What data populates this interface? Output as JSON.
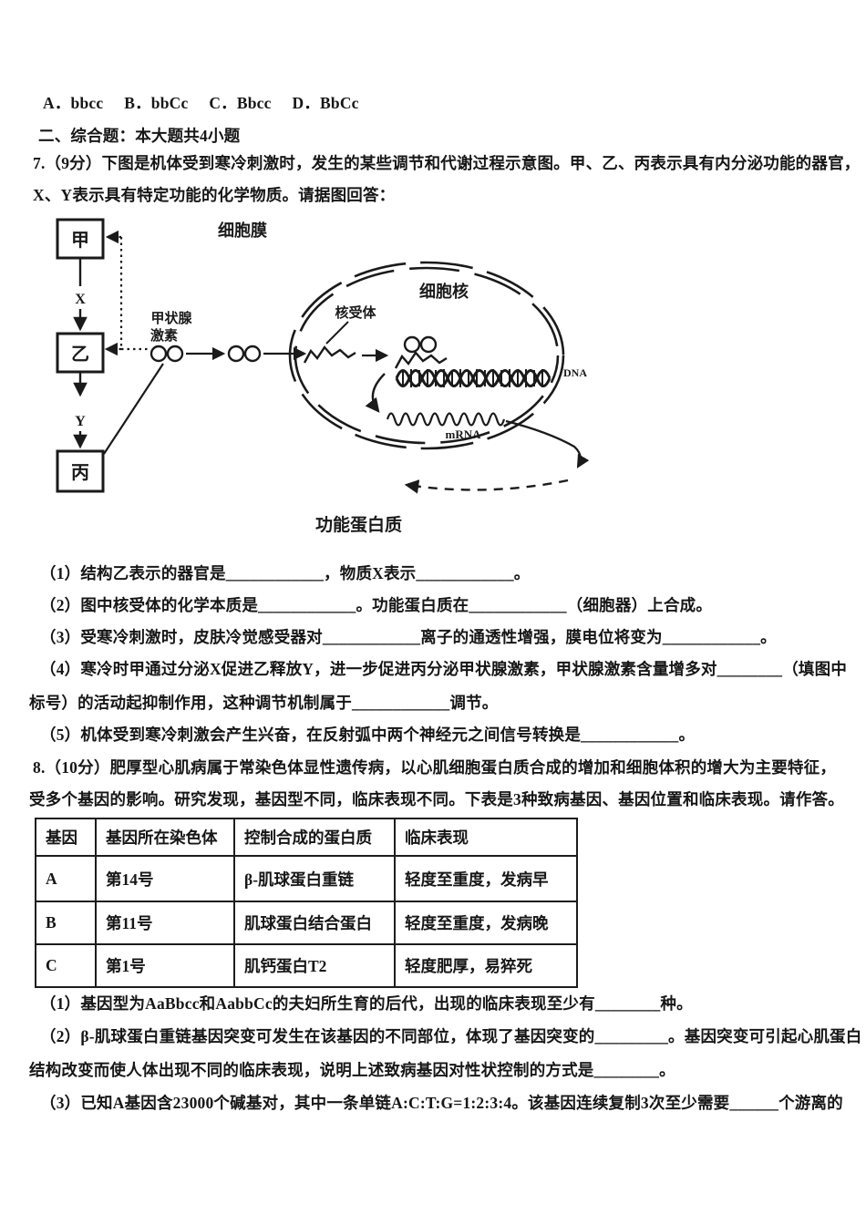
{
  "document": {
    "options_line": "A．bbcc     B．bbCc     C．Bbcc     D．BbCc",
    "section_heading": "二、综合题：本大题共4小题"
  },
  "q7": {
    "intro": [
      "7.（9分）下图是机体受到寒冷刺激时，发生的某些调节和代谢过程示意图。甲、乙、丙表示具有内分泌功能的器官，",
      "X、Y表示具有特定功能的化学物质。请据图回答："
    ],
    "parts": [
      "（1）结构乙表示的器官是____________，物质X表示____________。",
      "（2）图中核受体的化学本质是____________。功能蛋白质在____________（细胞器）上合成。",
      "（3）受寒冷刺激时，皮肤冷觉感受器对____________离子的通透性增强，膜电位将变为____________。",
      "（4）寒冷时甲通过分泌X促进乙释放Y，进一步促进丙分泌甲状腺激素，甲状腺激素含量增多对________（填图中",
      "标号）的活动起抑制作用，这种调节机制属于____________调节。",
      "（5）机体受到寒冷刺激会产生兴奋，在反射弧中两个神经元之间信号转换是____________。"
    ],
    "diagram": {
      "organ_top": "甲",
      "organ_mid": "乙",
      "organ_bottom": "丙",
      "substance_x": "X",
      "substance_y": "Y",
      "cell_membrane_label": "细胞膜",
      "nucleus_label": "细胞核",
      "nuclear_receptor_label": "核受体",
      "hormone_label_line1": "甲状腺",
      "hormone_label_line2": "激素",
      "dna_label": "DNA",
      "mrna_label": "mRNA",
      "functional_protein_label": "功能蛋白质"
    }
  },
  "q8": {
    "intro": [
      "8.（10分）肥厚型心肌病属于常染色体显性遗传病，以心肌细胞蛋白质合成的增加和细胞体积的增大为主要特征，",
      "受多个基因的影响。研究发现，基因型不同，临床表现不同。下表是3种致病基因、基因位置和临床表现。请作答。"
    ],
    "table": {
      "headers": [
        "基因",
        "基因所在染色体",
        "控制合成的蛋白质",
        "临床表现"
      ],
      "rows": [
        [
          "A",
          "第14号",
          "β-肌球蛋白重链",
          "轻度至重度，发病早"
        ],
        [
          "B",
          "第11号",
          "肌球蛋白结合蛋白",
          "轻度至重度，发病晚"
        ],
        [
          "C",
          "第1号",
          "肌钙蛋白T2",
          "轻度肥厚，易猝死"
        ]
      ]
    },
    "parts": [
      "（1）基因型为AaBbcc和AabbCc的夫妇所生育的后代，出现的临床表现至少有________种。",
      "（2）β-肌球蛋白重链基因突变可发生在该基因的不同部位，体现了基因突变的_________。基因突变可引起心肌蛋白",
      "结构改变而使人体出现不同的临床表现，说明上述致病基因对性状控制的方式是________。",
      "（3）已知A基因含23000个碱基对，其中一条单链A:C:T:G=1:2:3:4。该基因连续复制3次至少需要______个游离的"
    ]
  }
}
